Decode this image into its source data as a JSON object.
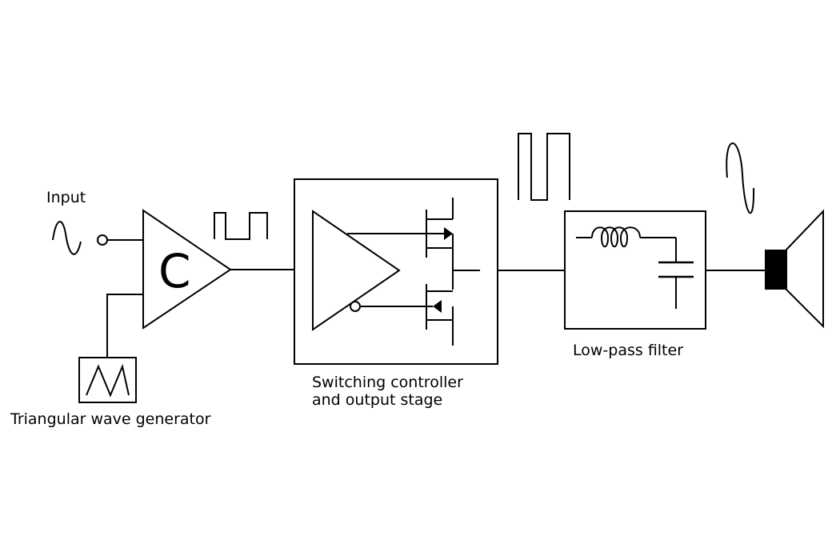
{
  "labels": {
    "input": "Input",
    "comparator": "C",
    "triangular_generator": "Triangular wave generator",
    "switching_line1": "Switching controller",
    "switching_line2": "and output stage",
    "low_pass_filter": "Low-pass filter"
  },
  "colors": {
    "stroke": "#000000",
    "background": "#ffffff"
  },
  "icons": {
    "input_signal": "sine-wave-icon",
    "pwm_signal": "square-wave-icon",
    "amplified_signal": "tall-square-wave-icon",
    "output_signal": "sine-wave-icon",
    "speaker": "speaker-icon",
    "inductor": "inductor-icon",
    "capacitor": "capacitor-icon",
    "transistor": "mosfet-icon"
  }
}
